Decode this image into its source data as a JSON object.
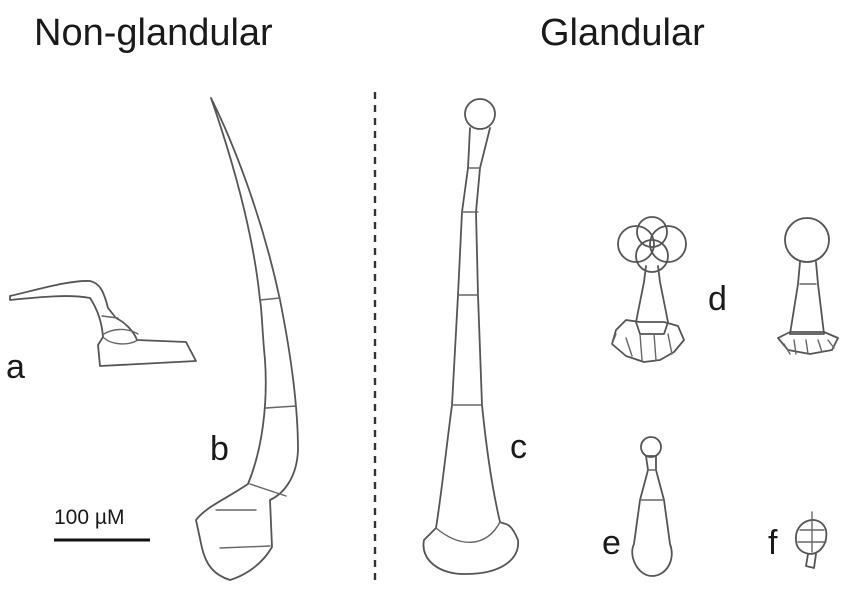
{
  "headings": {
    "left": "Non-glandular",
    "right": "Glandular"
  },
  "labels": {
    "a": "a",
    "b": "b",
    "c": "c",
    "d": "d",
    "e": "e",
    "f": "f"
  },
  "scale_bar": {
    "text": "100 µM"
  },
  "colors": {
    "outline": "#555555",
    "text": "#1a1a1a",
    "background": "#ffffff"
  }
}
